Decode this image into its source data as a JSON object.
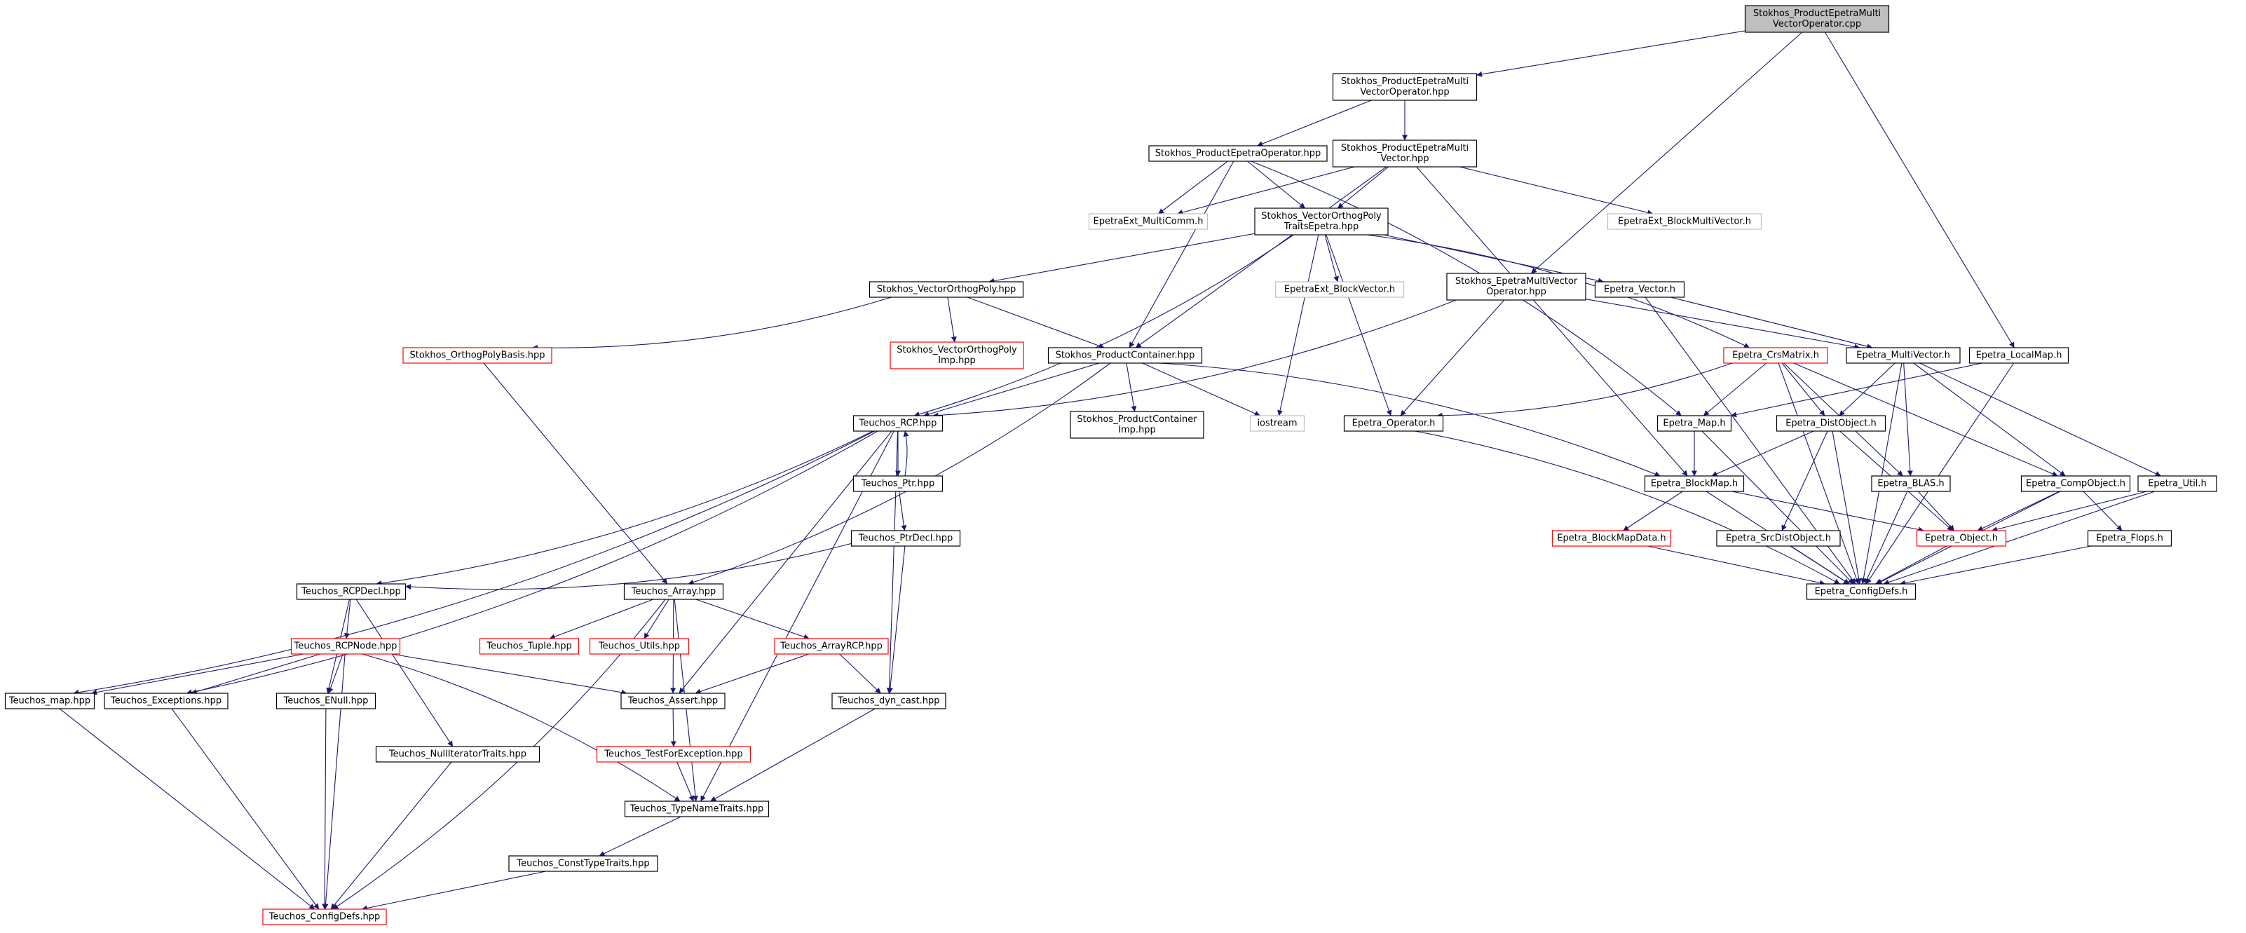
{
  "colors": {
    "edge": "#191970",
    "node_fill": "#ffffff",
    "root_fill": "#bfbfbf",
    "documented_border": "#000000",
    "incomplete_border": "#ff0000",
    "external_border": "#bfbfbf",
    "text": "#000000"
  },
  "graph": {
    "nodes": [
      {
        "id": "root",
        "lines": [
          "Stokhos_ProductEpetraMulti",
          "VectorOperator.cpp"
        ],
        "kind": "root"
      },
      {
        "id": "pemvo_hpp",
        "lines": [
          "Stokhos_ProductEpetraMulti",
          "VectorOperator.hpp"
        ],
        "kind": "normal"
      },
      {
        "id": "peo_hpp",
        "lines": [
          "Stokhos_ProductEpetraOperator.hpp"
        ],
        "kind": "normal"
      },
      {
        "id": "pemv_hpp",
        "lines": [
          "Stokhos_ProductEpetraMulti",
          "Vector.hpp"
        ],
        "kind": "normal"
      },
      {
        "id": "ee_multicomm",
        "lines": [
          "EpetraExt_MultiComm.h"
        ],
        "kind": "external"
      },
      {
        "id": "vop_traits",
        "lines": [
          "Stokhos_VectorOrthogPoly",
          "TraitsEpetra.hpp"
        ],
        "kind": "normal"
      },
      {
        "id": "ee_blockmv",
        "lines": [
          "EpetraExt_BlockMultiVector.h"
        ],
        "kind": "external"
      },
      {
        "id": "vop_hpp",
        "lines": [
          "Stokhos_VectorOrthogPoly.hpp"
        ],
        "kind": "normal"
      },
      {
        "id": "ee_blockvec",
        "lines": [
          "EpetraExt_BlockVector.h"
        ],
        "kind": "external"
      },
      {
        "id": "emvo_hpp",
        "lines": [
          "Stokhos_EpetraMultiVector",
          "Operator.hpp"
        ],
        "kind": "normal"
      },
      {
        "id": "epetra_vector",
        "lines": [
          "Epetra_Vector.h"
        ],
        "kind": "normal"
      },
      {
        "id": "opb_hpp",
        "lines": [
          "Stokhos_OrthogPolyBasis.hpp"
        ],
        "kind": "incomplete"
      },
      {
        "id": "vop_imp",
        "lines": [
          "Stokhos_VectorOrthogPoly",
          "Imp.hpp"
        ],
        "kind": "incomplete"
      },
      {
        "id": "pc_hpp",
        "lines": [
          "Stokhos_ProductContainer.hpp"
        ],
        "kind": "normal"
      },
      {
        "id": "crsmatrix",
        "lines": [
          "Epetra_CrsMatrix.h"
        ],
        "kind": "incomplete"
      },
      {
        "id": "multivector",
        "lines": [
          "Epetra_MultiVector.h"
        ],
        "kind": "normal"
      },
      {
        "id": "localmap",
        "lines": [
          "Epetra_LocalMap.h"
        ],
        "kind": "normal"
      },
      {
        "id": "rcp_hpp",
        "lines": [
          "Teuchos_RCP.hpp"
        ],
        "kind": "normal"
      },
      {
        "id": "pc_imp",
        "lines": [
          "Stokhos_ProductContainer",
          "Imp.hpp"
        ],
        "kind": "normal"
      },
      {
        "id": "iostream",
        "lines": [
          "iostream"
        ],
        "kind": "external"
      },
      {
        "id": "operator_h",
        "lines": [
          "Epetra_Operator.h"
        ],
        "kind": "normal"
      },
      {
        "id": "map_h",
        "lines": [
          "Epetra_Map.h"
        ],
        "kind": "normal"
      },
      {
        "id": "distobject",
        "lines": [
          "Epetra_DistObject.h"
        ],
        "kind": "normal"
      },
      {
        "id": "ptr_hpp",
        "lines": [
          "Teuchos_Ptr.hpp"
        ],
        "kind": "normal"
      },
      {
        "id": "blockmap",
        "lines": [
          "Epetra_BlockMap.h"
        ],
        "kind": "normal"
      },
      {
        "id": "blas_h",
        "lines": [
          "Epetra_BLAS.h"
        ],
        "kind": "normal"
      },
      {
        "id": "compobject",
        "lines": [
          "Epetra_CompObject.h"
        ],
        "kind": "normal"
      },
      {
        "id": "util_h",
        "lines": [
          "Epetra_Util.h"
        ],
        "kind": "normal"
      },
      {
        "id": "ptrdecl",
        "lines": [
          "Teuchos_PtrDecl.hpp"
        ],
        "kind": "normal"
      },
      {
        "id": "blockmapdata",
        "lines": [
          "Epetra_BlockMapData.h"
        ],
        "kind": "incomplete"
      },
      {
        "id": "srcdistobject",
        "lines": [
          "Epetra_SrcDistObject.h"
        ],
        "kind": "normal"
      },
      {
        "id": "object_h",
        "lines": [
          "Epetra_Object.h"
        ],
        "kind": "incomplete"
      },
      {
        "id": "flops_h",
        "lines": [
          "Epetra_Flops.h"
        ],
        "kind": "normal"
      },
      {
        "id": "rcpdecl",
        "lines": [
          "Teuchos_RCPDecl.hpp"
        ],
        "kind": "normal"
      },
      {
        "id": "array_hpp",
        "lines": [
          "Teuchos_Array.hpp"
        ],
        "kind": "normal"
      },
      {
        "id": "epetra_configdefs",
        "lines": [
          "Epetra_ConfigDefs.h"
        ],
        "kind": "normal"
      },
      {
        "id": "rcpnode",
        "lines": [
          "Teuchos_RCPNode.hpp"
        ],
        "kind": "incomplete"
      },
      {
        "id": "tuple_hpp",
        "lines": [
          "Teuchos_Tuple.hpp"
        ],
        "kind": "incomplete"
      },
      {
        "id": "utils_hpp",
        "lines": [
          "Teuchos_Utils.hpp"
        ],
        "kind": "incomplete"
      },
      {
        "id": "arrayrcp",
        "lines": [
          "Teuchos_ArrayRCP.hpp"
        ],
        "kind": "incomplete"
      },
      {
        "id": "map_hpp",
        "lines": [
          "Teuchos_map.hpp"
        ],
        "kind": "normal"
      },
      {
        "id": "exceptions",
        "lines": [
          "Teuchos_Exceptions.hpp"
        ],
        "kind": "normal"
      },
      {
        "id": "enull",
        "lines": [
          "Teuchos_ENull.hpp"
        ],
        "kind": "normal"
      },
      {
        "id": "assert_hpp",
        "lines": [
          "Teuchos_Assert.hpp"
        ],
        "kind": "normal"
      },
      {
        "id": "dyncast",
        "lines": [
          "Teuchos_dyn_cast.hpp"
        ],
        "kind": "normal"
      },
      {
        "id": "testforexc",
        "lines": [
          "Teuchos_TestForException.hpp"
        ],
        "kind": "incomplete"
      },
      {
        "id": "nulliter",
        "lines": [
          "Teuchos_NullIteratorTraits.hpp"
        ],
        "kind": "normal"
      },
      {
        "id": "typename",
        "lines": [
          "Teuchos_TypeNameTraits.hpp"
        ],
        "kind": "normal"
      },
      {
        "id": "consttype",
        "lines": [
          "Teuchos_ConstTypeTraits.hpp"
        ],
        "kind": "normal"
      },
      {
        "id": "teuchos_configdefs",
        "lines": [
          "Teuchos_ConfigDefs.hpp"
        ],
        "kind": "incomplete"
      }
    ],
    "edges": [
      [
        "root",
        "pemvo_hpp"
      ],
      [
        "root",
        "emvo_hpp"
      ],
      [
        "root",
        "localmap"
      ],
      [
        "pemvo_hpp",
        "peo_hpp"
      ],
      [
        "pemvo_hpp",
        "pemv_hpp"
      ],
      [
        "peo_hpp",
        "ee_multicomm"
      ],
      [
        "peo_hpp",
        "vop_traits"
      ],
      [
        "peo_hpp",
        "pc_hpp"
      ],
      [
        "peo_hpp",
        "map_h"
      ],
      [
        "pemv_hpp",
        "ee_multicomm"
      ],
      [
        "pemv_hpp",
        "vop_traits"
      ],
      [
        "pemv_hpp",
        "ee_blockmv"
      ],
      [
        "pemv_hpp",
        "pc_hpp"
      ],
      [
        "pemv_hpp",
        "blockmap"
      ],
      [
        "vop_traits",
        "vop_hpp"
      ],
      [
        "vop_traits",
        "ee_blockvec"
      ],
      [
        "vop_traits",
        "epetra_vector"
      ],
      [
        "vop_traits",
        "crsmatrix"
      ],
      [
        "vop_traits",
        "rcp_hpp"
      ],
      [
        "vop_traits",
        "iostream"
      ],
      [
        "vop_traits",
        "operator_h"
      ],
      [
        "vop_hpp",
        "opb_hpp"
      ],
      [
        "vop_hpp",
        "vop_imp"
      ],
      [
        "vop_hpp",
        "pc_hpp"
      ],
      [
        "emvo_hpp",
        "rcp_hpp"
      ],
      [
        "emvo_hpp",
        "operator_h"
      ],
      [
        "emvo_hpp",
        "multivector"
      ],
      [
        "epetra_vector",
        "multivector"
      ],
      [
        "epetra_vector",
        "epetra_configdefs"
      ],
      [
        "opb_hpp",
        "array_hpp"
      ],
      [
        "pc_hpp",
        "rcp_hpp"
      ],
      [
        "pc_hpp",
        "pc_imp"
      ],
      [
        "pc_hpp",
        "iostream"
      ],
      [
        "pc_hpp",
        "array_hpp"
      ],
      [
        "pc_hpp",
        "blockmap"
      ],
      [
        "crsmatrix",
        "operator_h"
      ],
      [
        "crsmatrix",
        "map_h"
      ],
      [
        "crsmatrix",
        "distobject"
      ],
      [
        "crsmatrix",
        "blas_h"
      ],
      [
        "crsmatrix",
        "compobject"
      ],
      [
        "crsmatrix",
        "epetra_configdefs"
      ],
      [
        "multivector",
        "distobject"
      ],
      [
        "multivector",
        "blas_h"
      ],
      [
        "multivector",
        "compobject"
      ],
      [
        "multivector",
        "util_h"
      ],
      [
        "multivector",
        "epetra_configdefs"
      ],
      [
        "localmap",
        "map_h"
      ],
      [
        "localmap",
        "epetra_configdefs"
      ],
      [
        "rcp_hpp",
        "ptr_hpp"
      ],
      [
        "rcp_hpp",
        "rcpdecl"
      ],
      [
        "rcp_hpp",
        "exceptions"
      ],
      [
        "rcp_hpp",
        "map_hpp"
      ],
      [
        "rcp_hpp",
        "assert_hpp"
      ],
      [
        "rcp_hpp",
        "dyncast"
      ],
      [
        "rcp_hpp",
        "typename"
      ],
      [
        "operator_h",
        "epetra_configdefs"
      ],
      [
        "map_h",
        "blockmap"
      ],
      [
        "map_h",
        "epetra_configdefs"
      ],
      [
        "distobject",
        "blockmap"
      ],
      [
        "distobject",
        "srcdistobject"
      ],
      [
        "distobject",
        "object_h"
      ],
      [
        "distobject",
        "epetra_configdefs"
      ],
      [
        "ptr_hpp",
        "rcp_hpp"
      ],
      [
        "ptr_hpp",
        "ptrdecl"
      ],
      [
        "blockmap",
        "blockmapdata"
      ],
      [
        "blockmap",
        "object_h"
      ],
      [
        "blockmap",
        "epetra_configdefs"
      ],
      [
        "blas_h",
        "object_h"
      ],
      [
        "blas_h",
        "epetra_configdefs"
      ],
      [
        "compobject",
        "object_h"
      ],
      [
        "compobject",
        "flops_h"
      ],
      [
        "compobject",
        "epetra_configdefs"
      ],
      [
        "util_h",
        "object_h"
      ],
      [
        "util_h",
        "epetra_configdefs"
      ],
      [
        "ptrdecl",
        "rcpdecl"
      ],
      [
        "ptrdecl",
        "dyncast"
      ],
      [
        "blockmapdata",
        "epetra_configdefs"
      ],
      [
        "srcdistobject",
        "epetra_configdefs"
      ],
      [
        "object_h",
        "epetra_configdefs"
      ],
      [
        "flops_h",
        "epetra_configdefs"
      ],
      [
        "rcpdecl",
        "rcpnode"
      ],
      [
        "rcpdecl",
        "enull"
      ],
      [
        "rcpdecl",
        "nulliter"
      ],
      [
        "array_hpp",
        "tuple_hpp"
      ],
      [
        "array_hpp",
        "utils_hpp"
      ],
      [
        "array_hpp",
        "arrayrcp"
      ],
      [
        "array_hpp",
        "assert_hpp"
      ],
      [
        "array_hpp",
        "typename"
      ],
      [
        "array_hpp",
        "teuchos_configdefs"
      ],
      [
        "rcpnode",
        "map_hpp"
      ],
      [
        "rcpnode",
        "exceptions"
      ],
      [
        "rcpnode",
        "enull"
      ],
      [
        "rcpnode",
        "assert_hpp"
      ],
      [
        "rcpnode",
        "typename"
      ],
      [
        "rcpnode",
        "teuchos_configdefs"
      ],
      [
        "arrayrcp",
        "assert_hpp"
      ],
      [
        "arrayrcp",
        "dyncast"
      ],
      [
        "map_hpp",
        "teuchos_configdefs"
      ],
      [
        "exceptions",
        "teuchos_configdefs"
      ],
      [
        "enull",
        "teuchos_configdefs"
      ],
      [
        "assert_hpp",
        "testforexc"
      ],
      [
        "dyncast",
        "typename"
      ],
      [
        "testforexc",
        "typename"
      ],
      [
        "nulliter",
        "teuchos_configdefs"
      ],
      [
        "typename",
        "consttype"
      ],
      [
        "consttype",
        "teuchos_configdefs"
      ]
    ]
  }
}
